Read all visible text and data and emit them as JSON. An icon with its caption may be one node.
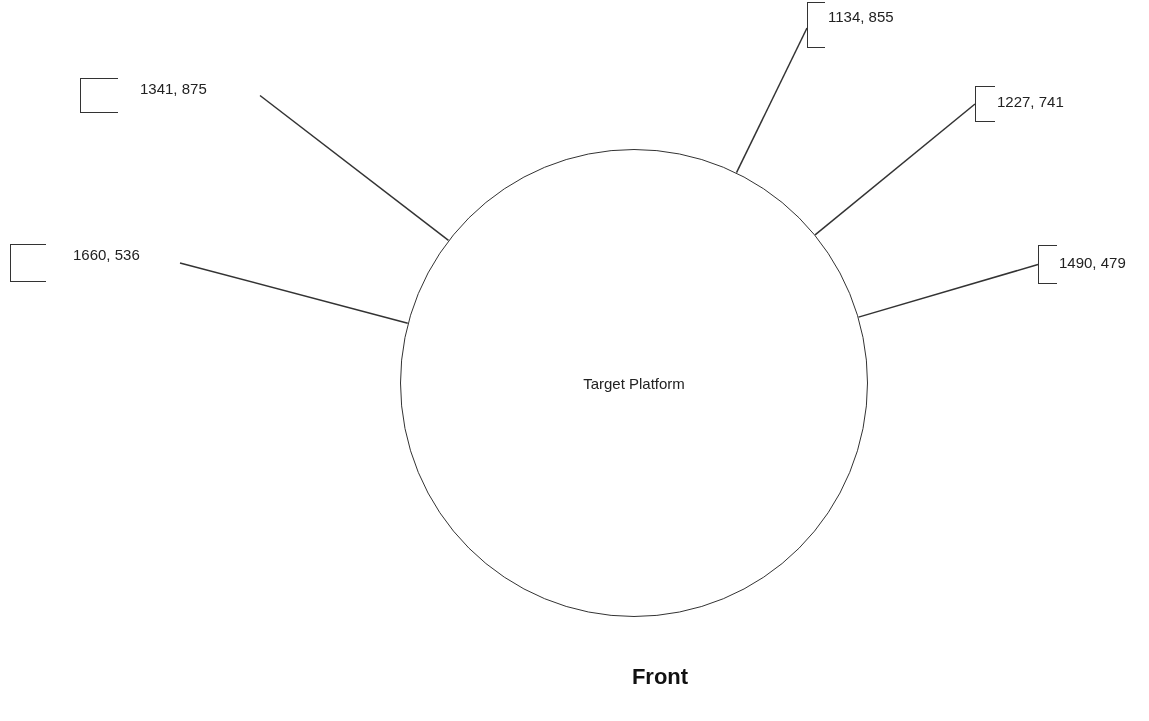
{
  "diagram": {
    "caption": "Front",
    "nodes": [
      {
        "text": [
          "1134, 855"
        ]
      },
      {
        "text": [
          "1341, 875"
        ]
      },
      {
        "text": [
          "1227, 741"
        ]
      },
      {
        "text": [
          "1660, 536"
        ]
      },
      {
        "text": [
          "1490, 479"
        ]
      },
      {
        "text": [
          "Target Platform"
        ]
      }
    ],
    "edges": [
      {
        "from": 5,
        "to": 0,
        "arrow": "none"
      },
      {
        "from": 5,
        "to": 1,
        "arrow": "none"
      },
      {
        "from": 5,
        "to": 2,
        "arrow": "none"
      },
      {
        "from": 5,
        "to": 3,
        "arrow": "none"
      },
      {
        "from": 5,
        "to": 4,
        "arrow": "none"
      }
    ]
  }
}
